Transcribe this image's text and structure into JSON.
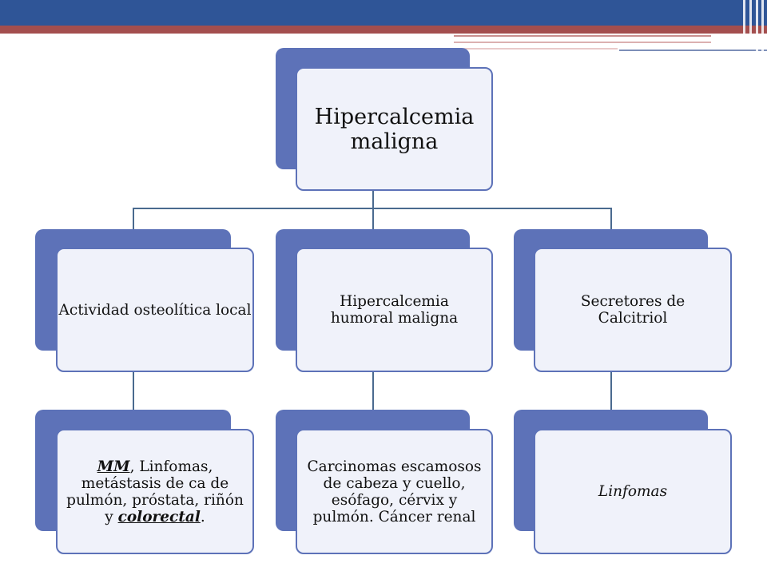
{
  "root": {
    "label": "Hipercalcemia maligna"
  },
  "branches": [
    {
      "label": "Actividad osteolítica local",
      "leaf": {
        "parts": [
          {
            "text": "MM",
            "style": "emph"
          },
          {
            "text": ", Linfomas, metástasis de ca de pulmón, próstata, riñón y ",
            "style": "plain"
          },
          {
            "text": "colorectal",
            "style": "emph"
          },
          {
            "text": ".",
            "style": "plain"
          }
        ]
      }
    },
    {
      "label": "Hipercalcemia humoral maligna",
      "leaf": {
        "text": "Carcinomas escamosos de cabeza y cuello, esófago, cérvix y pulmón. Cáncer renal"
      }
    },
    {
      "label": "Secretores de Calcitriol",
      "leaf": {
        "text": "Linfomas",
        "style": "italic"
      }
    }
  ],
  "colors": {
    "header": "#2f5597",
    "accent_bar": "#a34e4e",
    "node_fill": "#5d72b8",
    "node_face": "#f0f2fa",
    "connector": "#4a6a8f"
  }
}
